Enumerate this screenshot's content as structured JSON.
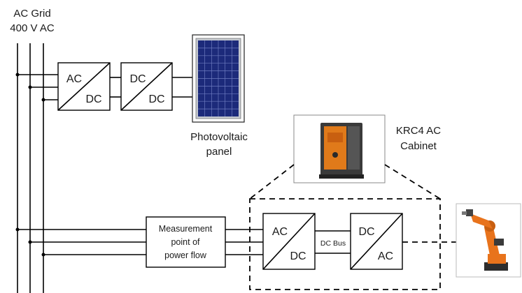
{
  "grid": {
    "line1": "AC Grid",
    "line2": "400 V AC"
  },
  "converters": {
    "pv_acdc": {
      "top": "AC",
      "bottom": "DC"
    },
    "pv_dcdc": {
      "top": "DC",
      "bottom": "DC"
    },
    "robot_acdc": {
      "top": "AC",
      "bottom": "DC"
    },
    "robot_dcac": {
      "top": "DC",
      "bottom": "AC"
    }
  },
  "pv_panel": {
    "line1": "Photovoltaic",
    "line2": "panel"
  },
  "cabinet": {
    "line1": "KRC4 AC",
    "line2": "Cabinet"
  },
  "measurement": {
    "line1": "Measurement",
    "line2": "point of",
    "line3": "power flow"
  },
  "dc_bus": {
    "label": "DC Bus"
  },
  "colors": {
    "line": "#000000",
    "pv_cell": "#1c2a7a",
    "pv_frame": "#b8bcc4",
    "cabinet_body": "#3a3a3a",
    "cabinet_door": "#e07a1a",
    "robot": "#e8731c"
  },
  "icons": [
    "solar-panel-icon",
    "cabinet-icon",
    "robot-arm-icon"
  ]
}
